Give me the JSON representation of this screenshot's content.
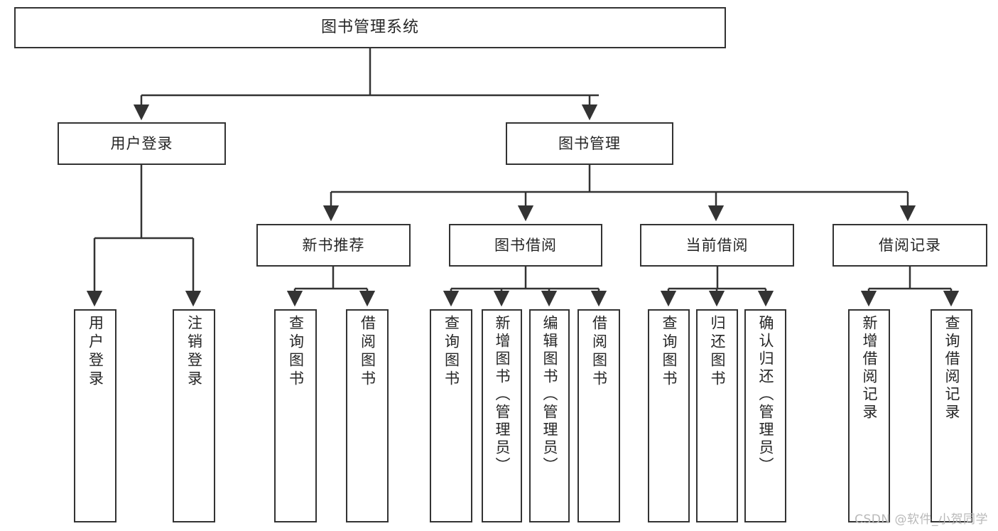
{
  "diagram": {
    "title": "图书管理系统",
    "watermark": "CSDN @软件_小贺同学",
    "colors": {
      "line": "#333333",
      "text": "#262626",
      "background": "#ffffff",
      "watermark": "#b9b9b9"
    },
    "root": {
      "label": "图书管理系统"
    },
    "level2": [
      {
        "label": "用户登录"
      },
      {
        "label": "图书管理"
      }
    ],
    "level3": [
      {
        "label": "新书推荐"
      },
      {
        "label": "图书借阅"
      },
      {
        "label": "当前借阅"
      },
      {
        "label": "借阅记录"
      }
    ],
    "leaves": {
      "user_login": [
        {
          "label": "用户登录"
        },
        {
          "label": "注销登录"
        }
      ],
      "new_book_recommend": [
        {
          "label": "查询图书"
        },
        {
          "label": "借阅图书"
        }
      ],
      "book_borrow": [
        {
          "label": "查询图书"
        },
        {
          "label": "新增图书（管理员）"
        },
        {
          "label": "编辑图书（管理员）"
        },
        {
          "label": "借阅图书"
        }
      ],
      "current_borrow": [
        {
          "label": "查询图书"
        },
        {
          "label": "归还图书"
        },
        {
          "label": "确认归还（管理员）"
        }
      ],
      "borrow_record": [
        {
          "label": "新增借阅记录"
        },
        {
          "label": "查询借阅记录"
        }
      ]
    }
  }
}
